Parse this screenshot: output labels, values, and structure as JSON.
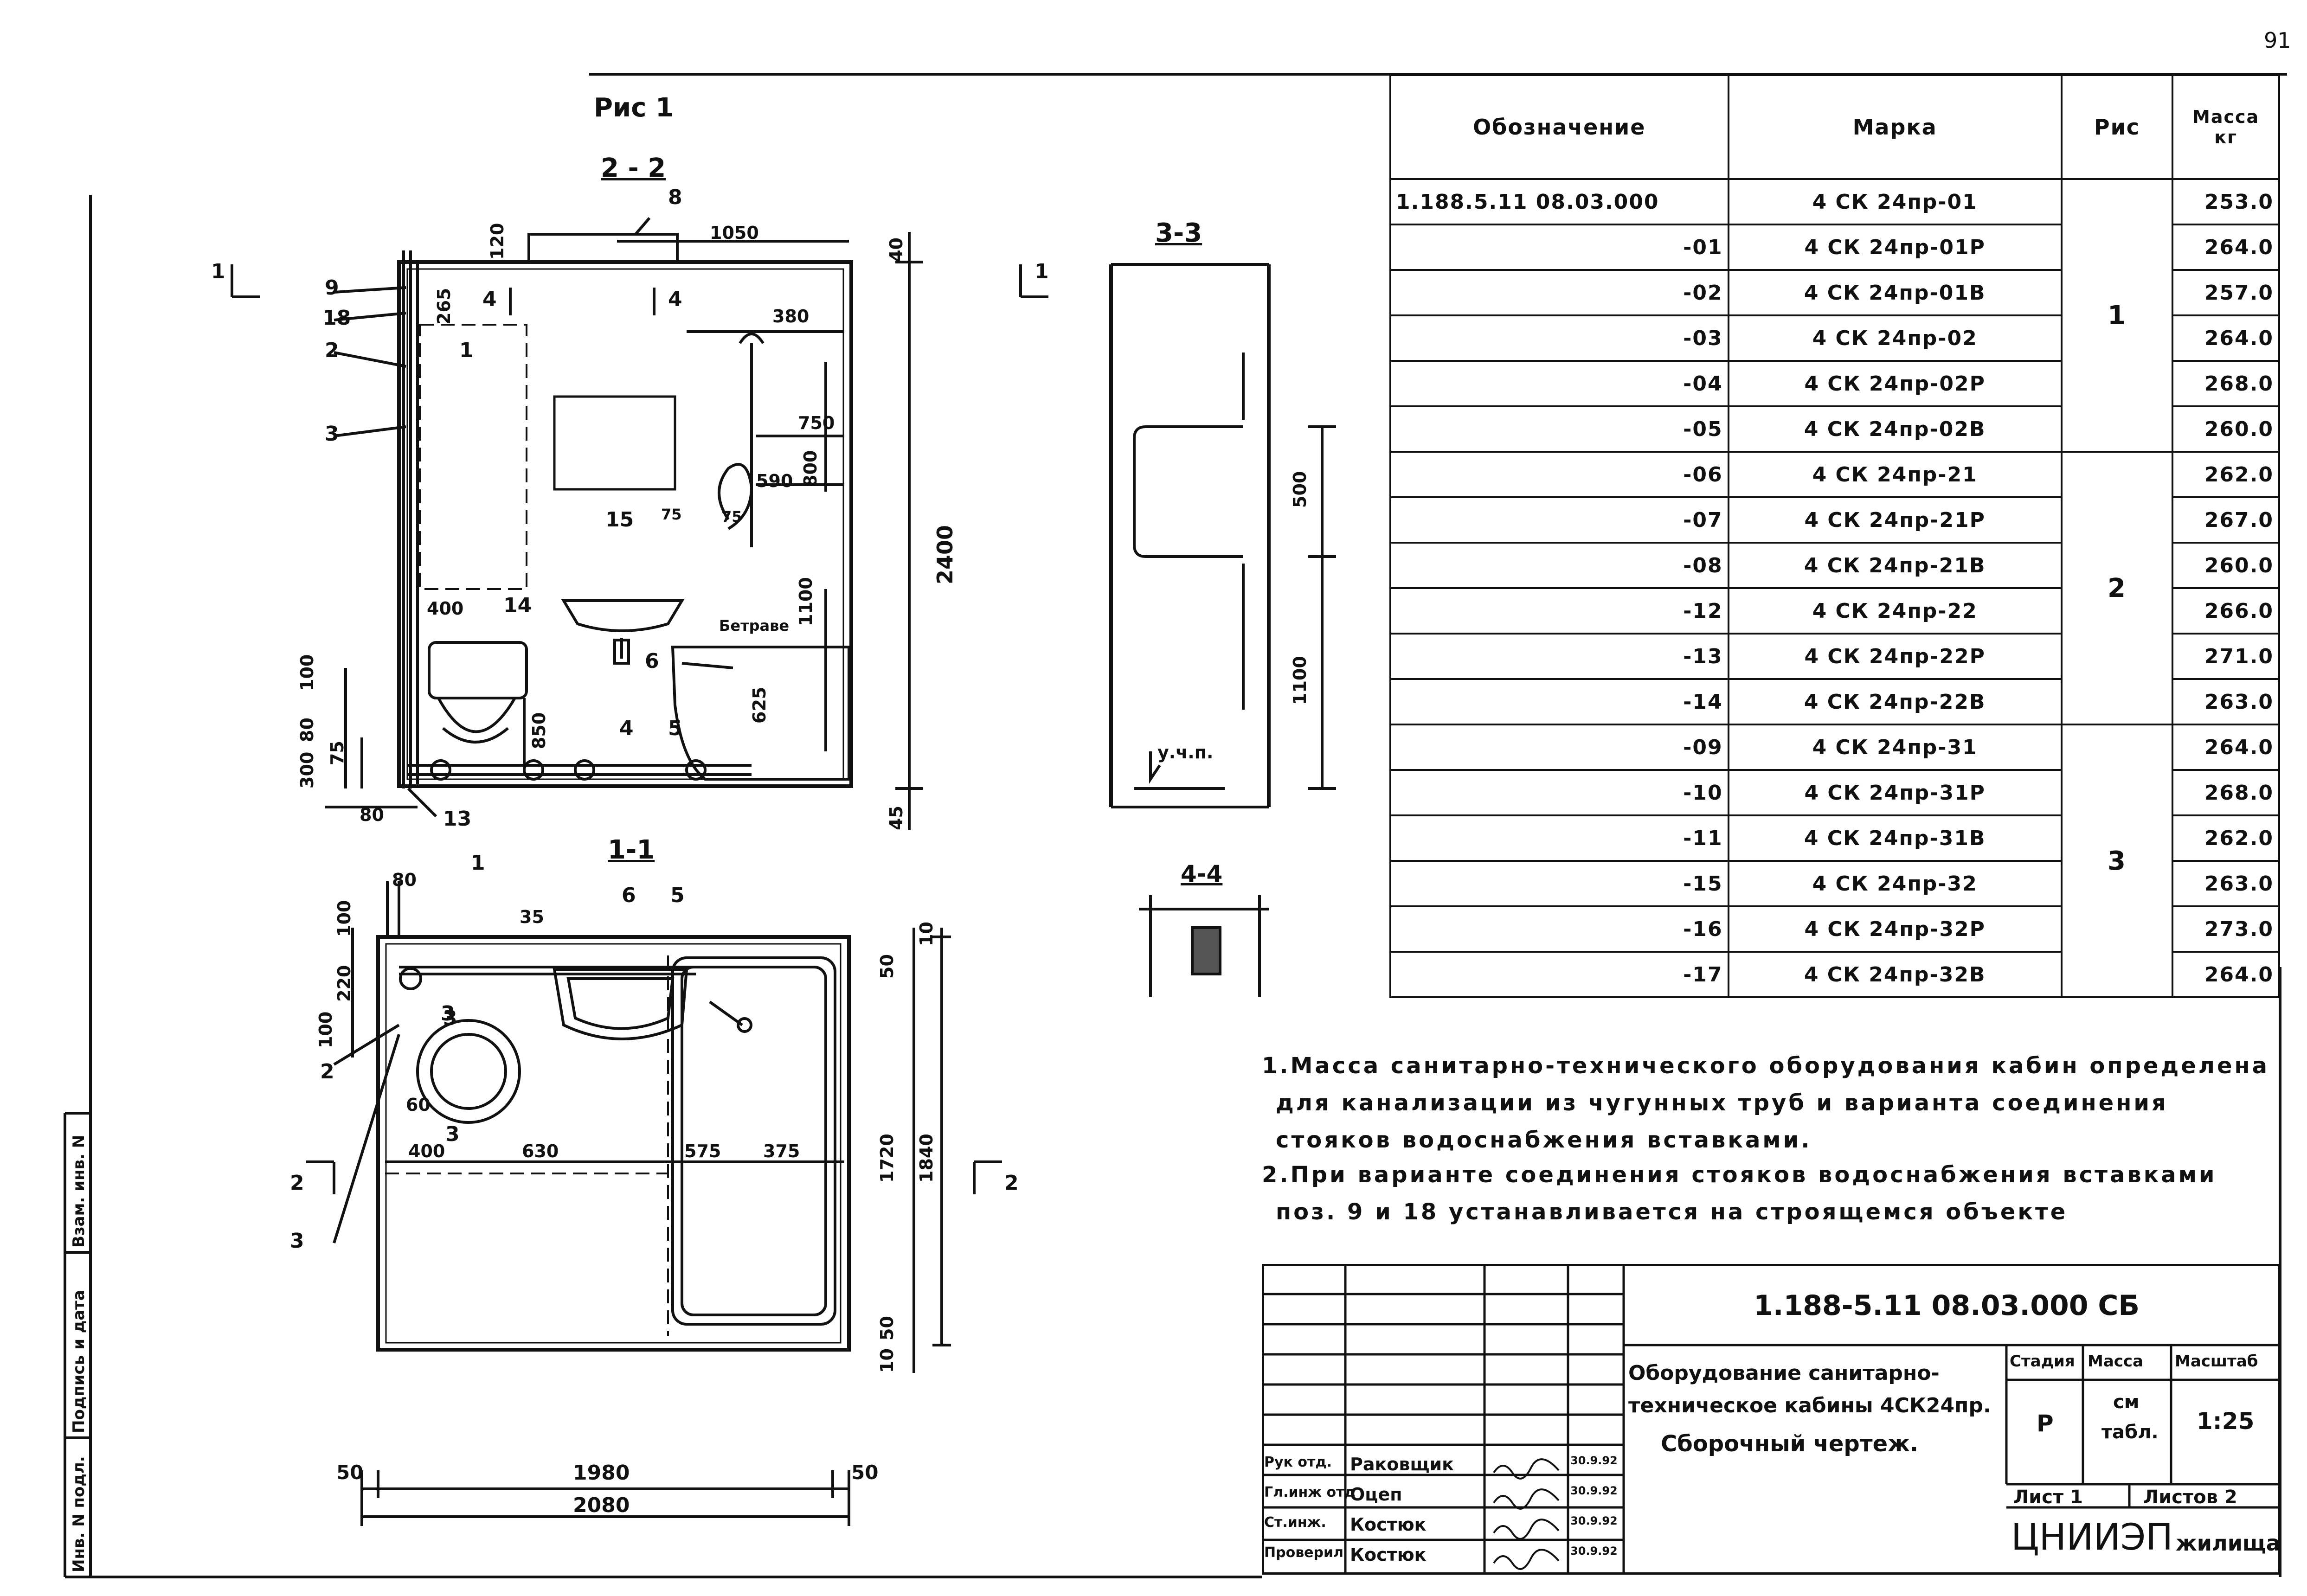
{
  "page_corner_mark": "91",
  "drawing": {
    "fig_label": "Рис 1",
    "section_2_2": "2 - 2",
    "section_1_1": "1-1",
    "section_3_3": "3-3",
    "section_4_4": "4-4",
    "cut_marks": [
      "1",
      "1",
      "2",
      "2",
      "4",
      "4",
      "3",
      "3"
    ],
    "level_mark": "у.ч.п.",
    "item_labels": [
      "8",
      "9",
      "18",
      "2",
      "1",
      "3",
      "15",
      "14",
      "6",
      "4",
      "5",
      "13",
      "1",
      "2",
      "3",
      "6",
      "5",
      "3"
    ],
    "dims_2_2": [
      "1050",
      "120",
      "265",
      "380",
      "750",
      "590",
      "800",
      "75",
      "75",
      "400",
      "100",
      "Бетраве",
      "1100",
      "625",
      "850",
      "80",
      "300",
      "75",
      "80",
      "40",
      "2400",
      "45"
    ],
    "dims_1_1": [
      "80",
      "35",
      "100",
      "220",
      "100",
      "60",
      "400",
      "630",
      "575",
      "375",
      "50",
      "10",
      "1720",
      "1840",
      "50",
      "10"
    ],
    "dims_3_3": [
      "500",
      "1100"
    ],
    "overall_dims": [
      "50",
      "1980",
      "50",
      "2080"
    ]
  },
  "spec_table": {
    "headers": [
      "Обозначение",
      "Марка",
      "Рис",
      "Масса кг"
    ],
    "rows": [
      {
        "designation": "1.188.5.11    08.03.000",
        "mark": "4 СК 24пр-01",
        "mass": "253.0"
      },
      {
        "designation": "-01",
        "mark": "4 СК 24пр-01Р",
        "mass": "264.0"
      },
      {
        "designation": "-02",
        "mark": "4 СК 24пр-01В",
        "mass": "257.0"
      },
      {
        "designation": "-03",
        "mark": "4 СК 24пр-02",
        "mass": "264.0"
      },
      {
        "designation": "-04",
        "mark": "4 СК 24пр-02Р",
        "mass": "268.0"
      },
      {
        "designation": "-05",
        "mark": "4 СК 24пр-02В",
        "mass": "260.0"
      },
      {
        "designation": "-06",
        "mark": "4 СК 24пр-21",
        "mass": "262.0"
      },
      {
        "designation": "-07",
        "mark": "4 СК 24пр-21Р",
        "mass": "267.0"
      },
      {
        "designation": "-08",
        "mark": "4 СК 24пр-21В",
        "mass": "260.0"
      },
      {
        "designation": "-12",
        "mark": "4 СК 24пр-22",
        "mass": "266.0"
      },
      {
        "designation": "-13",
        "mark": "4 СК 24пр-22Р",
        "mass": "271.0"
      },
      {
        "designation": "-14",
        "mark": "4 СК 24пр-22В",
        "mass": "263.0"
      },
      {
        "designation": "-09",
        "mark": "4 СК 24пр-31",
        "mass": "264.0"
      },
      {
        "designation": "-10",
        "mark": "4 СК 24пр-31Р",
        "mass": "268.0"
      },
      {
        "designation": "-11",
        "mark": "4 СК 24пр-31В",
        "mass": "262.0"
      },
      {
        "designation": "-15",
        "mark": "4 СК 24пр-32",
        "mass": "263.0"
      },
      {
        "designation": "-16",
        "mark": "4 СК 24пр-32Р",
        "mass": "273.0"
      },
      {
        "designation": "-17",
        "mark": "4 СК 24пр-32В",
        "mass": "264.0"
      }
    ],
    "figure_groups": [
      "1",
      "2",
      "3"
    ]
  },
  "notes": [
    "1.Масса санитарно-технического оборудования кабин определена",
    "для канализации из чугунных труб и варианта соединения",
    "стояков водоснабжения вставками.",
    "2.При варианте соединения стояков водоснабжения вставками",
    "поз. 9 и 18 устанавливается на строящемся объекте"
  ],
  "title_block": {
    "doc_number": "1.188-5.11      08.03.000 СБ",
    "title_line1": "Оборудование санитарно-",
    "title_line2": "техническое кабины 4СК24пр.",
    "title_line3": "Сборочный чертеж.",
    "stage_header": "Стадия",
    "mass_header": "Масса",
    "scale_header": "Масштаб",
    "stage": "Р",
    "mass_value_1": "см",
    "mass_value_2": "табл.",
    "scale": "1:25",
    "sheet": "Лист 1",
    "sheets": "Листов 2",
    "org": "ЦНИИЭП",
    "org_suffix": "жилища",
    "signatures": [
      {
        "role": "Рук отд.",
        "name": "Раковщик",
        "date": "30.9.92"
      },
      {
        "role": "Гл.инж отд",
        "name": "Оцеп",
        "date": "30.9.92"
      },
      {
        "role": "Ст.инж.",
        "name": "Костюк",
        "date": "30.9.92"
      },
      {
        "role": "Проверил",
        "name": "Костюк",
        "date": "30.9.92"
      }
    ]
  },
  "margin_stamp": [
    "Инв. N подл.",
    "Подпись и дата",
    "Взам. инв. N"
  ]
}
